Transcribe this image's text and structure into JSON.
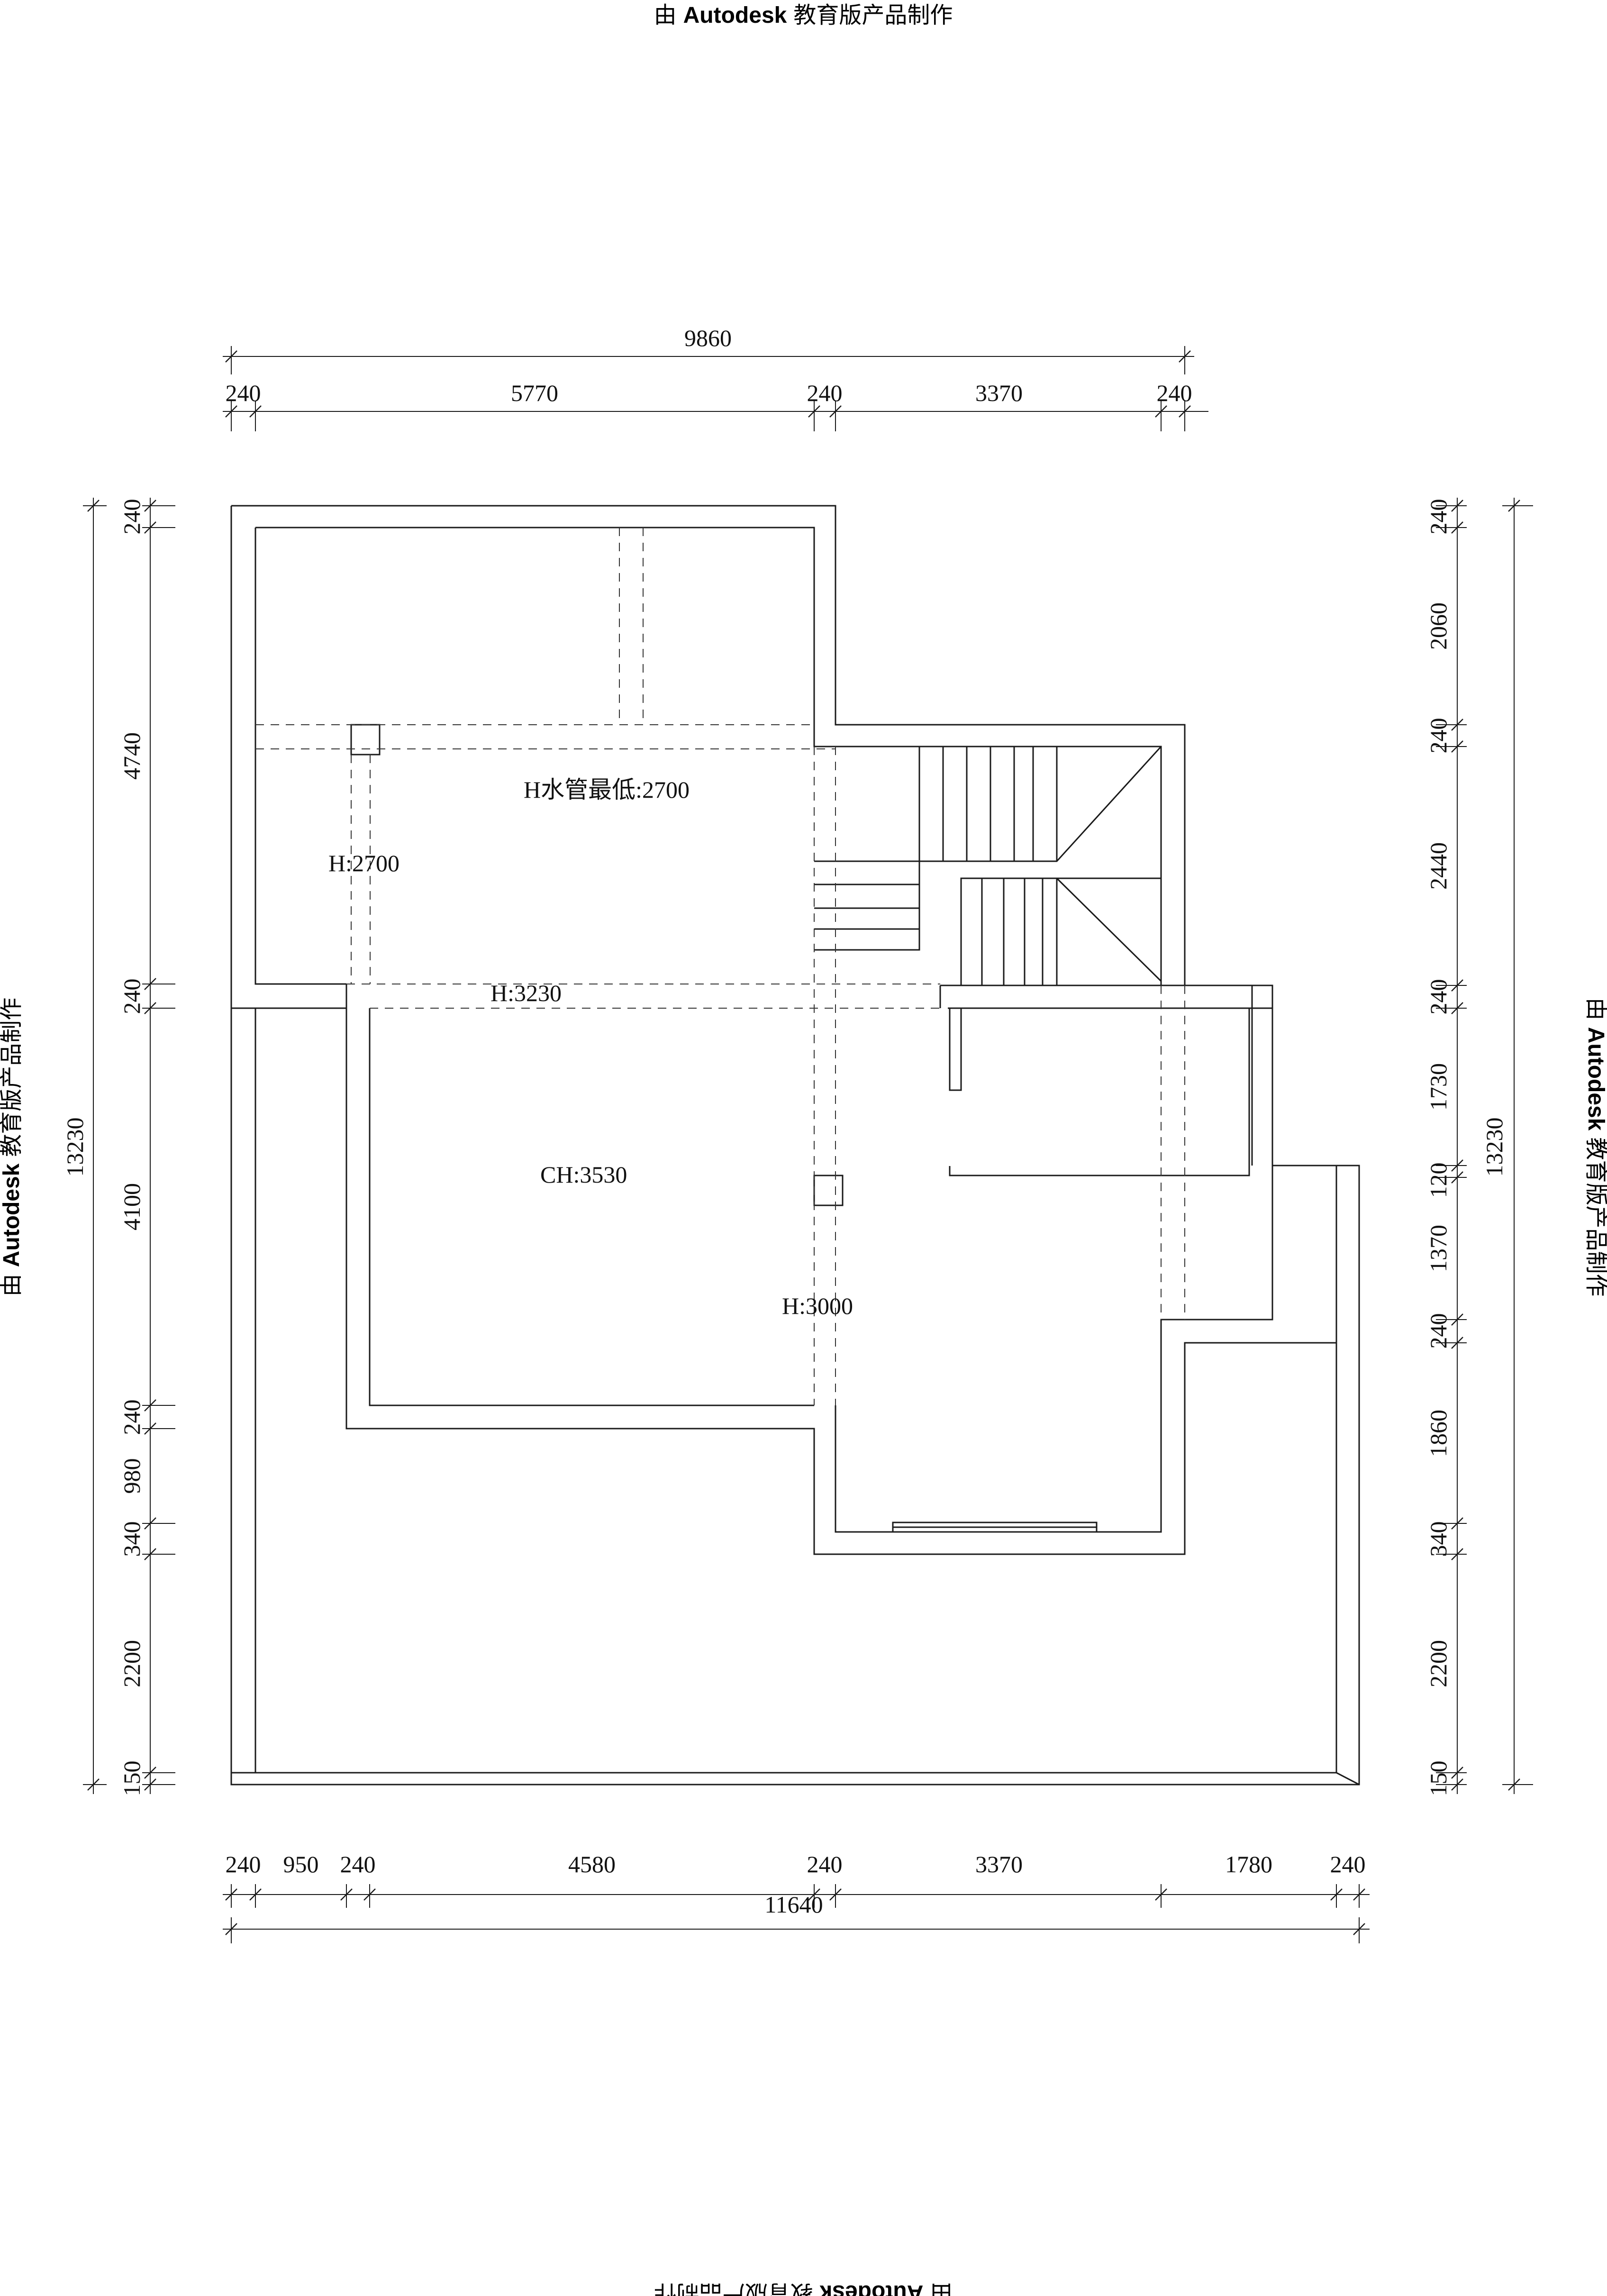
{
  "watermark": {
    "prefix": "由",
    "brand": "Autodesk",
    "suffix": "教育版产品制作"
  },
  "dimensions": {
    "top_overall": "9860",
    "top_segments": [
      "240",
      "5770",
      "240",
      "3370",
      "240"
    ],
    "bottom_segments": [
      "240",
      "950",
      "240",
      "4580",
      "240",
      "3370",
      "1780",
      "240"
    ],
    "bottom_overall": "11640",
    "left_segments": [
      "240",
      "4740",
      "240",
      "4100",
      "240",
      "980",
      "340",
      "2200",
      "150"
    ],
    "left_overall": "13230",
    "right_segments": [
      "240",
      "2060",
      "240",
      "2440",
      "240",
      "1730",
      "120",
      "1370",
      "240",
      "1860",
      "340",
      "2200",
      "150"
    ],
    "right_overall": "13230"
  },
  "labels": {
    "pipe_min": "H水管最低:2700",
    "h_2700": "H:2700",
    "h_3230": "H:3230",
    "ch_3530": "CH:3530",
    "h_3000": "H:3000"
  },
  "colors": {
    "line": "#1a1a1a",
    "background": "#ffffff"
  }
}
